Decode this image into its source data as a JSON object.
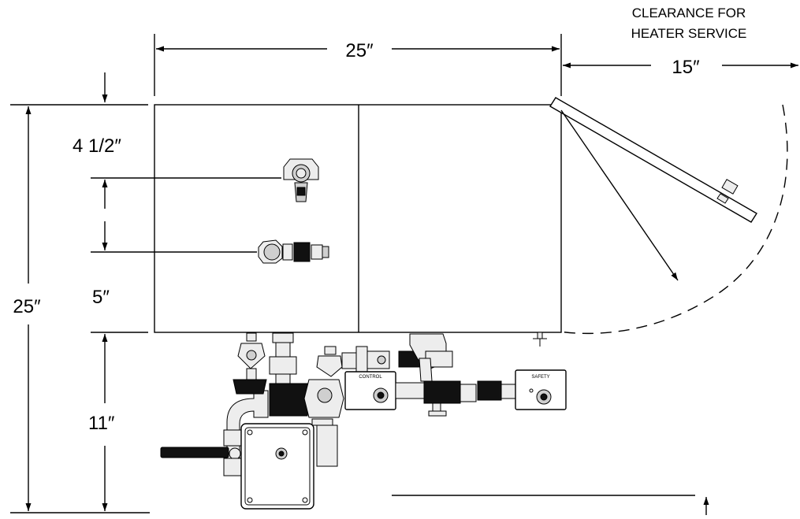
{
  "dimensions": {
    "top_width": "25″",
    "clearance_width": "15″",
    "overall_height": "25″",
    "upper_offset": "4 1/2″",
    "middle_offset": "5″",
    "bottom_offset": "11″"
  },
  "notes": {
    "clearance_line1": "CLEARANCE FOR",
    "clearance_line2": "HEATER SERVICE"
  },
  "labels": {
    "control": "CONTROL",
    "safety": "SAFETY"
  }
}
